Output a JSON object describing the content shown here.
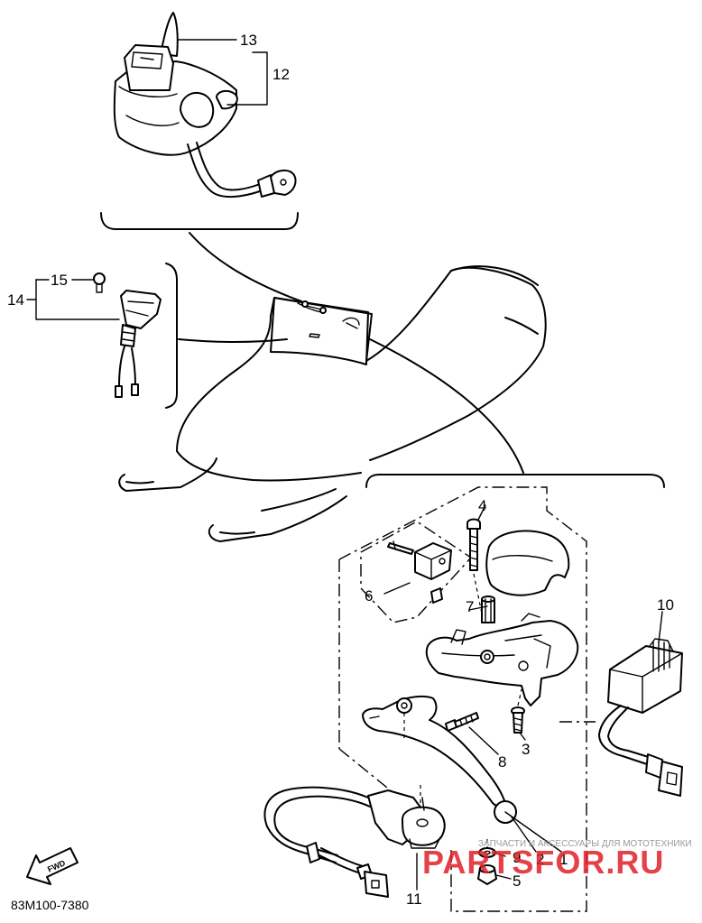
{
  "callouts": {
    "c1": "1",
    "c2": "2",
    "c3": "3",
    "c4": "4",
    "c5": "5",
    "c6": "6",
    "c7": "7",
    "c8": "8",
    "c9": "9",
    "c10": "10",
    "c11": "11",
    "c12": "12",
    "c13": "13",
    "c14": "14",
    "c15": "15"
  },
  "diagram_code": "83M100-7380",
  "fwd_arrow_text": "FWD",
  "watermark": {
    "site": "PARTSFOR.RU",
    "tagline": "ЗАПЧАСТИ И АКСЕССУАРЫ ДЛЯ МОТОТЕХНИКИ"
  }
}
